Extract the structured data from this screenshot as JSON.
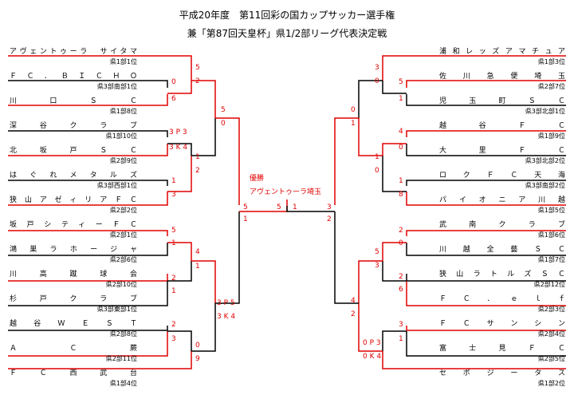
{
  "title": {
    "line1": "平成20年度　第11回彩の国カップサッカー選手権",
    "line2": "兼「第87回天皇杯」県1/2部リーグ代表決定戦"
  },
  "left_teams": [
    {
      "name": "アヴェントゥーラ　サイタマ",
      "rank": "県1部1位"
    },
    {
      "name": "ＦＣ．ＢＩＣＨＯ",
      "rank": "県3部南部1位"
    },
    {
      "name": "川口ＳＣ",
      "rank": "県1部8位"
    },
    {
      "name": "深谷クラブ",
      "rank": "県1部10位"
    },
    {
      "name": "北坂戸ＳＣ",
      "rank": "県2部9位"
    },
    {
      "name": "はぐれメタルズ",
      "rank": "県3部西部1位"
    },
    {
      "name": "狭山アゼィリアＦＣ",
      "rank": "県2部2位"
    },
    {
      "name": "坂戸シティーＦＣ",
      "rank": "県2部1位"
    },
    {
      "name": "鴻巣ラホージャ",
      "rank": "県2部6位"
    },
    {
      "name": "川高蹴球会",
      "rank": "県2部10位"
    },
    {
      "name": "杉戸クラブ",
      "rank": "県3部東部1位"
    },
    {
      "name": "越谷ＷＥＳＴ",
      "rank": "県2部8位"
    },
    {
      "name": "ＡＣ蕨",
      "rank": "県2部11位"
    },
    {
      "name": "ＦＣ西武台",
      "rank": "県1部4位"
    }
  ],
  "right_teams": [
    {
      "name": "浦和レッズアマチュア",
      "rank": "県1部3位"
    },
    {
      "name": "佐川急便埼玉",
      "rank": "県2部7位"
    },
    {
      "name": "児玉町ＳＣ",
      "rank": "県3部北部1位"
    },
    {
      "name": "越谷ＦＣ",
      "rank": "県1部9位"
    },
    {
      "name": "大里ＦＣ",
      "rank": "県3部北部2位"
    },
    {
      "name": "ロクＦＣ天海",
      "rank": "県3部南部2位"
    },
    {
      "name": "パイオニア川越",
      "rank": "県1部5位"
    },
    {
      "name": "武南クラブ",
      "rank": "県1部6位"
    },
    {
      "name": "川越全藝ＳＣ",
      "rank": "県1部7位"
    },
    {
      "name": "狭山ラトルズＳＣ",
      "rank": "県2部12位"
    },
    {
      "name": "ＦＣ．ｅｌｆ",
      "rank": "県2部3位"
    },
    {
      "name": "ＦＣサンシン",
      "rank": "県2部4位"
    },
    {
      "name": "富士見ＦＣ",
      "rank": "県2部5位"
    },
    {
      "name": "セボジータス",
      "rank": "県1部2位"
    }
  ],
  "scores": {
    "l_r1_a_top": "0",
    "l_r1_a_bot": "6",
    "l_r1_b_top": "3 P 3",
    "l_r1_b_bot": "3 K 4",
    "l_r1_c_top": "1",
    "l_r1_c_bot": "3",
    "l_r1_d_top": "5",
    "l_r1_d_bot": "1",
    "l_r1_e_top": "2",
    "l_r1_e_bot": "1",
    "l_r1_f_top": "2",
    "l_r1_f_bot": "3",
    "l_r2_a_top": "5",
    "l_r2_a_bot": "2",
    "l_r2_b_top": "1",
    "l_r2_b_bot": "2",
    "l_r2_c_top": "4",
    "l_r2_c_bot": "1",
    "l_r2_d_top": "0",
    "l_r2_d_bot": "9",
    "l_r3_a_top": "5",
    "l_r3_a_bot": "0",
    "l_r3_b_top": "3 P 5",
    "l_r3_b_bot": "3 K 4",
    "l_sf_top": "5",
    "l_sf_bot": "1",
    "final_left": "5",
    "final_right": "1",
    "r_sf_top": "3",
    "r_sf_bot": "2",
    "r_r3_a_top": "0",
    "r_r3_a_bot": "1",
    "r_r3_b_top": "4",
    "r_r3_b_bot": "2",
    "r_r2_a_top": "3",
    "r_r2_a_bot": "0",
    "r_r2_b_top": "1",
    "r_r2_b_bot": "0",
    "r_r2_c_top": "5",
    "r_r2_c_bot": "3",
    "r_r2_d_top": "0 P 3",
    "r_r2_d_bot": "0 K 4",
    "r_r1_a_top": "5",
    "r_r1_a_bot": "1",
    "r_r1_b_top": "4",
    "r_r1_b_bot": "0",
    "r_r1_c_top": "1",
    "r_r1_c_bot": "8",
    "r_r1_d_top": "2",
    "r_r1_d_bot": "0",
    "r_r1_e_top": "2",
    "r_r1_e_bot": "6",
    "r_r1_f_top": "3",
    "r_r1_f_bot": "1"
  },
  "champion": {
    "label": "優勝",
    "team": "アヴェントゥーラ埼玉"
  },
  "colors": {
    "winner_line": "#e00000",
    "loser_line": "#000000",
    "score_text": "#e00000"
  }
}
